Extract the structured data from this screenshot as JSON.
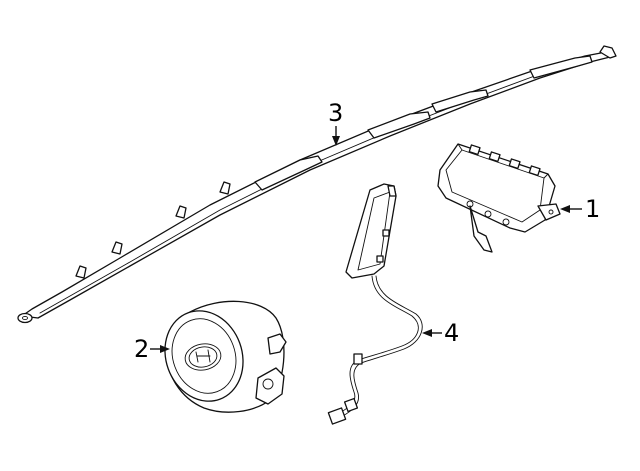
{
  "diagram": {
    "callouts": [
      {
        "id": "1",
        "label": "1"
      },
      {
        "id": "2",
        "label": "2"
      },
      {
        "id": "3",
        "label": "3"
      },
      {
        "id": "4",
        "label": "4"
      }
    ],
    "colors": {
      "line": "#111111",
      "background": "#ffffff"
    }
  }
}
